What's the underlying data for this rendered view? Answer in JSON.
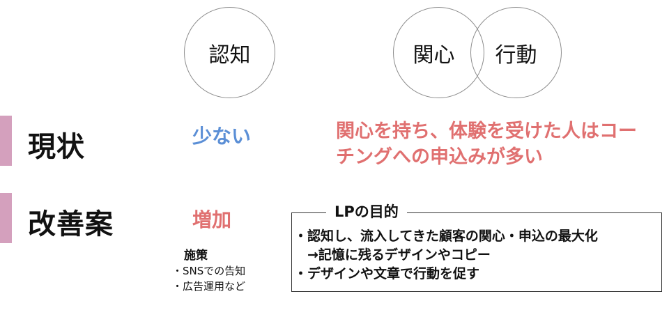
{
  "diagram": {
    "stages": [
      {
        "label": "認知"
      },
      {
        "label": "関心"
      },
      {
        "label": "行動"
      }
    ],
    "rows": [
      {
        "label": "現状",
        "awareness": "少ない",
        "interest_action_lines": [
          "関心を持ち、体験を受けた人はコー",
          "チングへの申込みが多い"
        ]
      },
      {
        "label": "改善案",
        "awareness": "増加",
        "measures_title": "施策",
        "measures": [
          "・SNSでの告知",
          "・広告運用など"
        ]
      }
    ],
    "lp_box": {
      "title": "LPの目的",
      "lines": [
        "・認知し、流入してきた顧客の関心・申込の最大化",
        "　→記憶に残るデザインやコピー",
        "・デザインや文章で行動を促す"
      ]
    },
    "colors": {
      "accent_bar": "#d4a0bd",
      "blue_text": "#5b8fd6",
      "red_text": "#e07070",
      "circle_border": "#8c8c8c"
    }
  }
}
